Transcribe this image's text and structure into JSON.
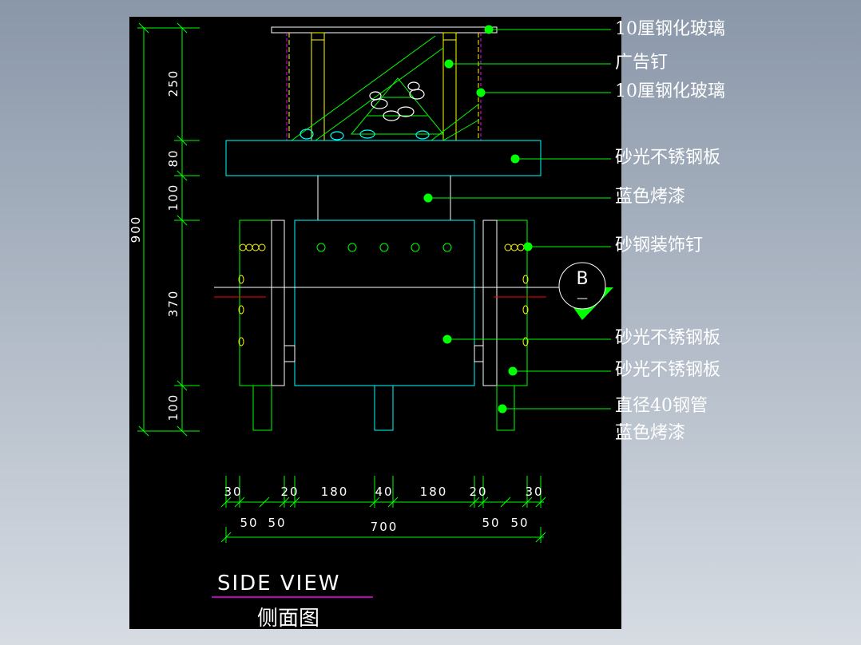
{
  "drawing": {
    "title_en": "SIDE  VIEW",
    "title_cn": "侧面图",
    "section_mark": "B",
    "section_sub": "—"
  },
  "callouts": [
    {
      "id": "glass-top",
      "text": "10厘钢化玻璃"
    },
    {
      "id": "ad-nail",
      "text": "广告钉"
    },
    {
      "id": "glass-side",
      "text": "10厘钢化玻璃"
    },
    {
      "id": "ss-plate-top",
      "text": "砂光不锈钢板"
    },
    {
      "id": "blue-paint-1",
      "text": "蓝色烤漆"
    },
    {
      "id": "deco-nail",
      "text": "砂钢装饰钉"
    },
    {
      "id": "ss-plate-mid",
      "text": "砂光不锈钢板"
    },
    {
      "id": "ss-plate-side",
      "text": "砂光不锈钢板"
    },
    {
      "id": "steel-tube",
      "text": "直径40钢管"
    },
    {
      "id": "blue-paint-2",
      "text": "蓝色烤漆"
    }
  ],
  "dims_vertical": {
    "total": "900",
    "segments": [
      "250",
      "80",
      "100",
      "370",
      "100"
    ]
  },
  "dims_horizontal": {
    "row1": [
      "30",
      "20",
      "180",
      "40",
      "180",
      "20",
      "30"
    ],
    "row2_left": [
      "50",
      "50"
    ],
    "row2_right": [
      "50",
      "50"
    ],
    "total": "700"
  },
  "colors": {
    "background": "#000000",
    "line_green": "#00ff00",
    "line_cyan": "#00ffff",
    "line_white": "#ffffff",
    "line_red": "#ff0000",
    "title_underline": "#ff00ff"
  }
}
